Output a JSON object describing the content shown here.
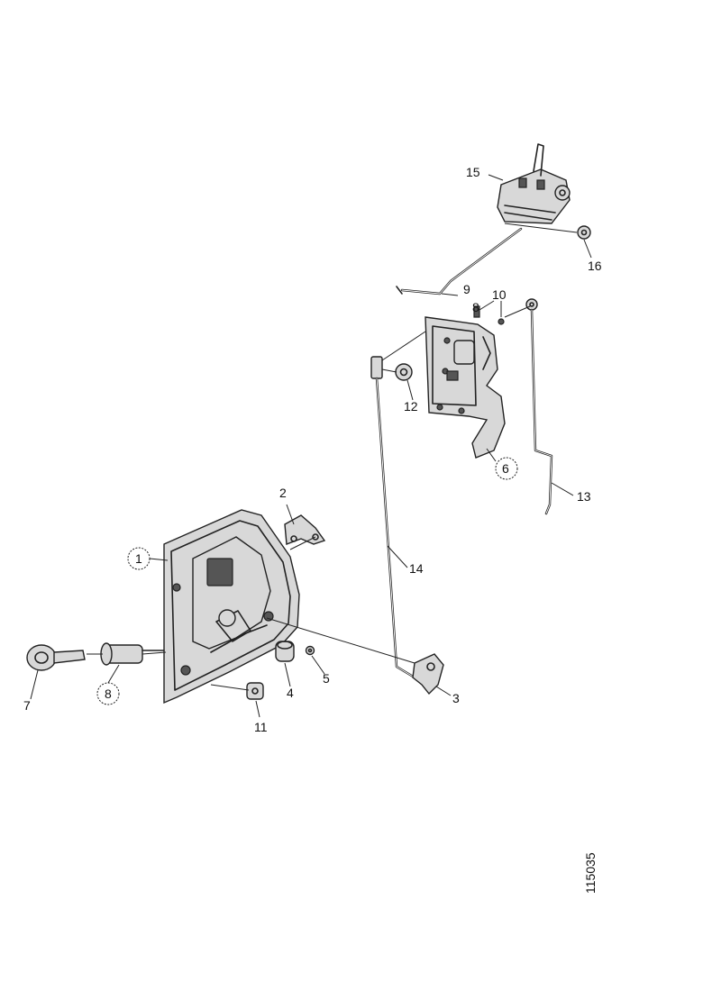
{
  "diagram": {
    "callouts": [
      "1",
      "2",
      "3",
      "4",
      "5",
      "6",
      "7",
      "8",
      "9",
      "10",
      "11",
      "12",
      "13",
      "14",
      "15",
      "16"
    ],
    "circled_callouts": [
      "1",
      "6",
      "8"
    ],
    "reference_number": "115035"
  }
}
